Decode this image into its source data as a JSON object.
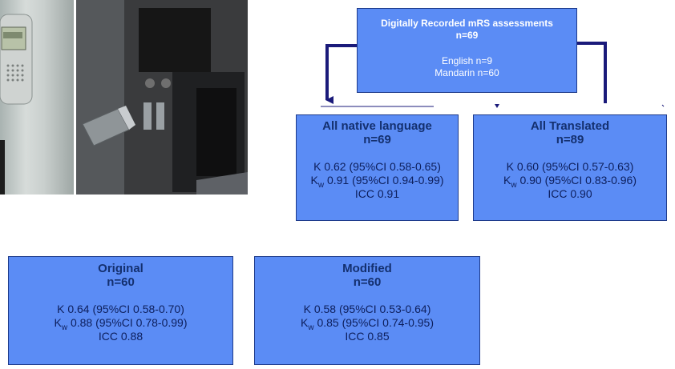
{
  "boxes": {
    "top": {
      "title": "Digitally Recorded  mRS assessments",
      "n": "n=69",
      "lines": [
        "English n=9",
        "Mandarin n=60"
      ]
    },
    "native": {
      "title": "All native language",
      "n": "n=69",
      "k": "K 0.62 (95%CI 0.58-0.65)",
      "kw_sub": "w",
      "kw_text": " 0.91 (95%CI 0.94-0.99)",
      "icc": "ICC 0.91"
    },
    "translated": {
      "title": "All Translated",
      "n": "n=89",
      "k": "K 0.60 (95%CI 0.57-0.63)",
      "kw_sub": "w",
      "kw_text": " 0.90 (95%CI 0.83-0.96)",
      "icc": "ICC 0.90"
    },
    "original": {
      "title": "Original",
      "n": "n=60",
      "k": "K 0.64 (95%CI 0.58-0.70)",
      "kw_sub": "w",
      "kw_text": " 0.88 (95%CI 0.78-0.99)",
      "icc": "ICC 0.88"
    },
    "modified": {
      "title": "Modified",
      "n": "n=60",
      "k": "K 0.58 (95%CI 0.53-0.64)",
      "kw_sub": "w",
      "kw_text": " 0.85 (95%CI 0.74-0.95)",
      "icc": "ICC 0.85"
    }
  },
  "kw_prefix": "K",
  "colors": {
    "box_fill": "#5b8cf5",
    "connector": "#1a1a7a"
  }
}
